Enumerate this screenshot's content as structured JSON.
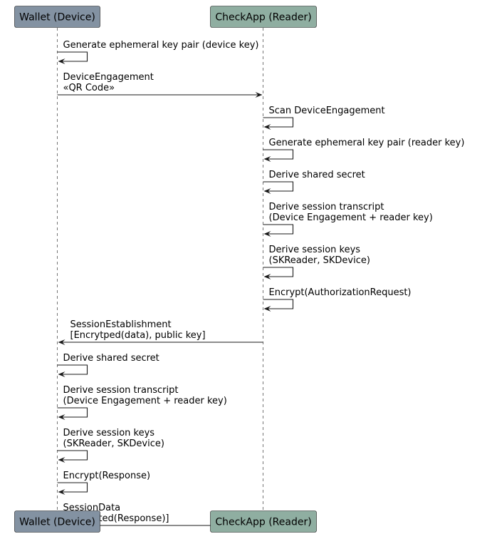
{
  "participants": [
    {
      "id": "wallet",
      "label": "Wallet (Device)",
      "color": "#8392A2"
    },
    {
      "id": "reader",
      "label": "CheckApp (Reader)",
      "color": "#8FAEA1"
    }
  ],
  "messages": [
    {
      "from": "wallet",
      "to": "wallet",
      "lines": [
        "Generate ephemeral key pair (device key)"
      ]
    },
    {
      "from": "wallet",
      "to": "reader",
      "lines": [
        "DeviceEngagement",
        "«QR Code»"
      ]
    },
    {
      "from": "reader",
      "to": "reader",
      "lines": [
        "Scan DeviceEngagement"
      ]
    },
    {
      "from": "reader",
      "to": "reader",
      "lines": [
        "Generate ephemeral key pair (reader key)"
      ]
    },
    {
      "from": "reader",
      "to": "reader",
      "lines": [
        "Derive shared secret"
      ]
    },
    {
      "from": "reader",
      "to": "reader",
      "lines": [
        "Derive session transcript",
        "(Device Engagement + reader key)"
      ]
    },
    {
      "from": "reader",
      "to": "reader",
      "lines": [
        "Derive session keys",
        "(SKReader, SKDevice)"
      ]
    },
    {
      "from": "reader",
      "to": "reader",
      "lines": [
        "Encrypt(AuthorizationRequest)"
      ]
    },
    {
      "from": "reader",
      "to": "wallet",
      "lines": [
        "SessionEstablishment",
        "[Encrytped(data), public key]"
      ]
    },
    {
      "from": "wallet",
      "to": "wallet",
      "lines": [
        "Derive shared secret"
      ]
    },
    {
      "from": "wallet",
      "to": "wallet",
      "lines": [
        "Derive session transcript",
        "(Device Engagement + reader key)"
      ]
    },
    {
      "from": "wallet",
      "to": "wallet",
      "lines": [
        "Derive session keys",
        "(SKReader, SKDevice)"
      ]
    },
    {
      "from": "wallet",
      "to": "wallet",
      "lines": [
        "Encrypt(Response)"
      ]
    },
    {
      "from": "wallet",
      "to": "reader",
      "lines": [
        "SessionData",
        "[Encrypted(Response)]"
      ]
    }
  ]
}
